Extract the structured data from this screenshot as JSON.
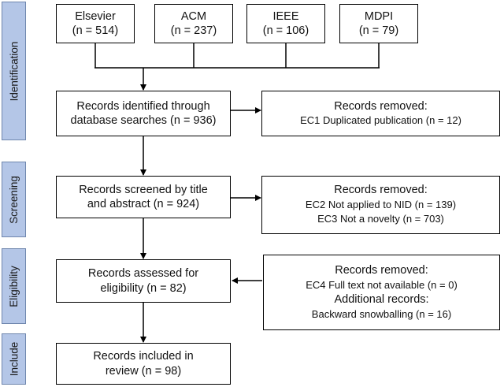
{
  "phases": [
    "Identification",
    "Screening",
    "Eligibility",
    "Include"
  ],
  "sources": [
    {
      "name": "Elsevier",
      "count": "(n = 514)"
    },
    {
      "name": "ACM",
      "count": "(n = 237)"
    },
    {
      "name": "IEEE",
      "count": "(n = 106)"
    },
    {
      "name": "MDPI",
      "count": "(n = 79)"
    }
  ],
  "flow": {
    "identified": [
      "Records identified through",
      "database searches (n = 936)"
    ],
    "screened": [
      "Records screened by title",
      "and abstract (n = 924)"
    ],
    "assessed": [
      "Records assessed for",
      "eligibility (n = 82)"
    ],
    "included": [
      "Records included in",
      "review (n = 98)"
    ]
  },
  "side": {
    "removed1": {
      "title": "Records removed:",
      "lines": [
        "EC1 Duplicated publication (n = 12)"
      ]
    },
    "removed2": {
      "title": "Records removed:",
      "lines": [
        "EC2 Not applied to NID (n = 139)",
        "EC3 Not a novelty (n = 703)"
      ]
    },
    "removed3": {
      "title": "Records removed:",
      "lines": [
        "EC4 Full text not available (n = 0)"
      ],
      "subtitle": "Additional records:",
      "sublines": [
        "Backward snowballing (n = 16)"
      ]
    }
  }
}
